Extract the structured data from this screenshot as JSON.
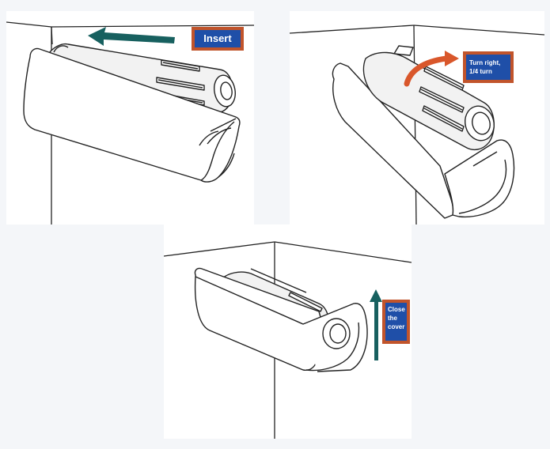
{
  "steps": [
    {
      "label": "Insert"
    },
    {
      "label_line1": "Turn right,",
      "label_line2": "1/4 turn"
    },
    {
      "label_line1": "Close",
      "label_line2": "the",
      "label_line3": "cover"
    }
  ],
  "colors": {
    "callout_fill": "#1f4fa8",
    "callout_border": "#c1542b",
    "arrow_teal": "#17605f",
    "arrow_orange": "#d9572b",
    "line": "#222222",
    "background": "#f4f6f9"
  }
}
